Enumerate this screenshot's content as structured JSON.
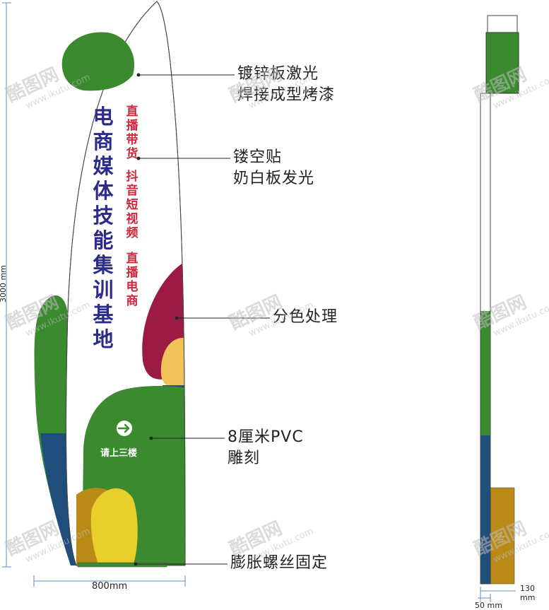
{
  "sign": {
    "main_title": "电商媒体技能集训基地",
    "sub_col_1": "直播带货",
    "sub_col_2": "抖音短视频",
    "sub_col_3": "直播电商",
    "direction_label": "请上三楼"
  },
  "callouts": {
    "galvanized_1": "镀锌板激光",
    "galvanized_2": "焊接成型烤漆",
    "hollow_1": "镂空贴",
    "hollow_2": "奶白板发光",
    "color": "分色处理",
    "pvc_1": "8厘米PVC",
    "pvc_2": "雕刻",
    "bolt": "膨胀螺丝固定"
  },
  "dimensions": {
    "height": "3000 mm",
    "width": "800mm",
    "side_depth": "130 mm",
    "side_base": "50 mm"
  },
  "watermark": {
    "logo": "酷图网",
    "url": "www.ikutu.com"
  },
  "colors": {
    "green": "#3b8a2f",
    "navy": "#1f4e7c",
    "crimson": "#9b1b45",
    "light_yellow": "#f0c25a",
    "yellow": "#e8cf2a",
    "ochre": "#b98a16",
    "title_blue": "#2b2b8c",
    "sub_red": "#d1263a"
  }
}
